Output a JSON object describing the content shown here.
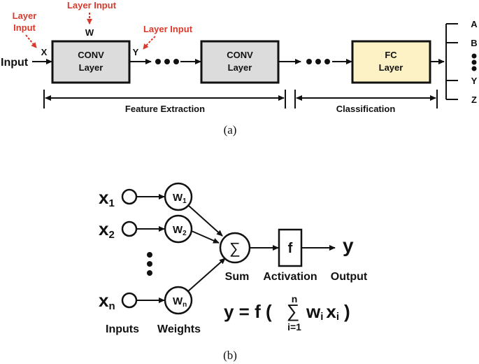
{
  "panel_a": {
    "caption": "(a)",
    "input_label": "Input",
    "annotations": {
      "layer_input_left_line1": "Layer",
      "layer_input_left_line2": "Input",
      "layer_input_top": "Layer Input",
      "layer_input_right": "Layer Input",
      "port_x": "X",
      "port_w": "W",
      "port_y": "Y"
    },
    "blocks": {
      "conv1_line1": "CONV",
      "conv1_line2": "Layer",
      "conv2_line1": "CONV",
      "conv2_line2": "Layer",
      "fc_line1": "FC",
      "fc_line2": "Layer"
    },
    "sections": {
      "feature_extraction": "Feature Extraction",
      "classification": "Classification"
    },
    "outputs": [
      "A",
      "B",
      "Y",
      "Z"
    ],
    "colors": {
      "annotation": "#d93a2b",
      "conv_fill": "#dcdcdc",
      "fc_fill": "#fdf2c6",
      "ink": "#111111"
    }
  },
  "panel_b": {
    "caption": "(b)",
    "inputs": {
      "x1": "x",
      "x1_sub": "1",
      "x2": "x",
      "x2_sub": "2",
      "xn": "x",
      "xn_sub": "n"
    },
    "weights": {
      "w1": "W",
      "w1_sub": "1",
      "w2": "W",
      "w2_sub": "2",
      "wn": "W",
      "wn_sub": "n"
    },
    "sum_symbol": "∑",
    "activation_symbol": "f",
    "output_symbol": "y",
    "labels": {
      "inputs": "Inputs",
      "weights": "Weights",
      "sum": "Sum",
      "activation": "Activation",
      "output": "Output"
    },
    "equation": {
      "lhs": "y = f (",
      "sigma": "∑",
      "upper": "n",
      "lower": "i=1",
      "w": "w",
      "w_sub": "i",
      "x": "x",
      "x_sub": "i",
      "close": ")"
    }
  }
}
